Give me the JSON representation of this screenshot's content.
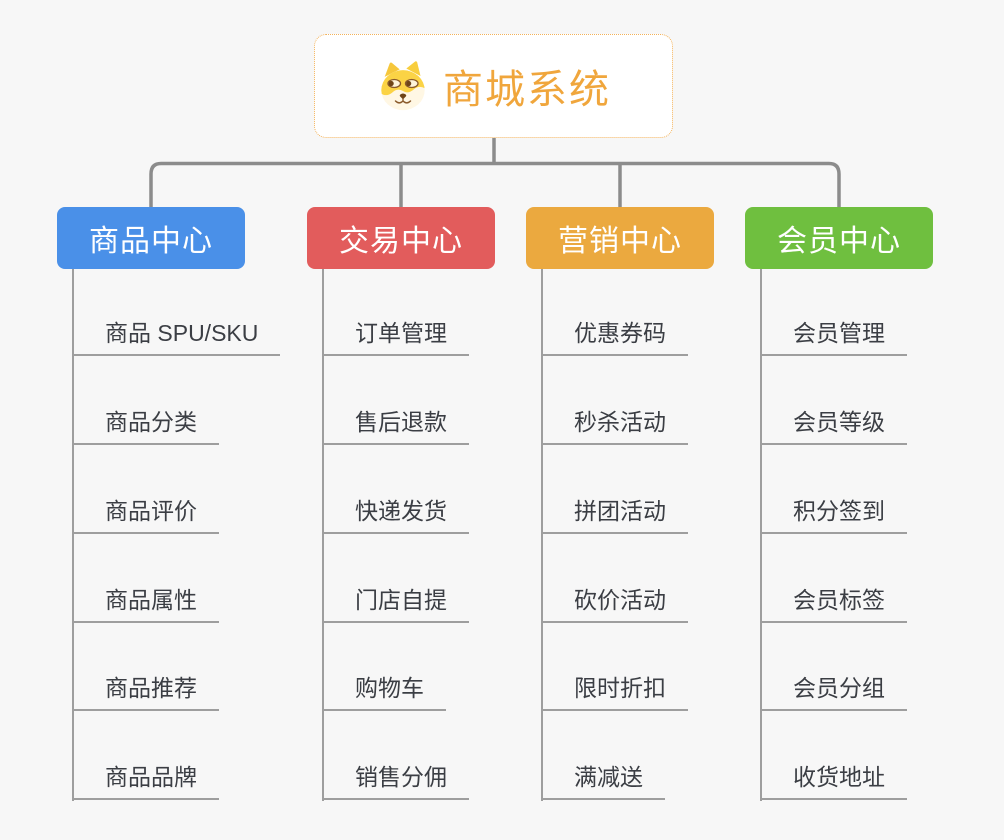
{
  "root": {
    "title": "商城系统",
    "icon": "dog-face-icon"
  },
  "columns": [
    {
      "label": "商品中心",
      "color": "#4a90e8",
      "items": [
        "商品 SPU/SKU",
        "商品分类",
        "商品评价",
        "商品属性",
        "商品推荐",
        "商品品牌"
      ]
    },
    {
      "label": "交易中心",
      "color": "#e25c5c",
      "items": [
        "订单管理",
        "售后退款",
        "快递发货",
        "门店自提",
        "购物车",
        "销售分佣"
      ]
    },
    {
      "label": "营销中心",
      "color": "#eba93f",
      "items": [
        "优惠券码",
        "秒杀活动",
        "拼团活动",
        "砍价活动",
        "限时折扣",
        "满减送"
      ]
    },
    {
      "label": "会员中心",
      "color": "#6fbf3f",
      "items": [
        "会员管理",
        "会员等级",
        "积分签到",
        "会员标签",
        "会员分组",
        "收货地址"
      ]
    }
  ],
  "theme": {
    "background": "#f7f7f7",
    "accent": "#f0a63c",
    "node_border": "#f3b25a",
    "connector": "#8c8c8c",
    "underline": "#9e9e9e"
  }
}
